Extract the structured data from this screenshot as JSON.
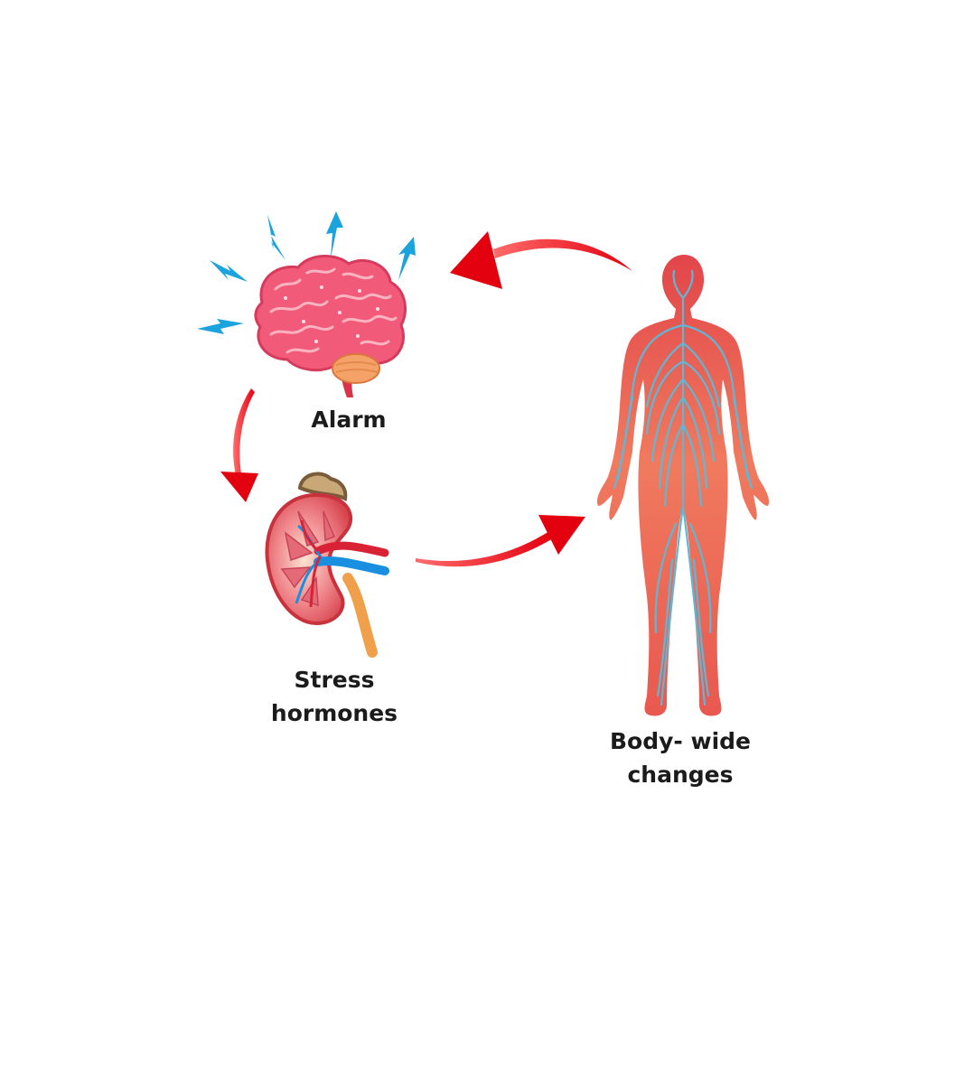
{
  "nodes": {
    "alarm": {
      "label": "Alarm",
      "icon": "brain-icon"
    },
    "stress": {
      "label_lines": [
        "Stress",
        "hormones"
      ],
      "icon": "kidney-adrenal-icon"
    },
    "body": {
      "label_lines": [
        "Body- wide",
        "changes"
      ],
      "icon": "human-nervous-system-icon"
    }
  },
  "arrows": [
    {
      "from": "alarm",
      "to": "stress",
      "icon": "curved-arrow-icon"
    },
    {
      "from": "stress",
      "to": "body",
      "icon": "curved-arrow-icon"
    },
    {
      "from": "body",
      "to": "alarm",
      "icon": "curved-arrow-icon"
    }
  ],
  "colors": {
    "arrow": "#e3000f",
    "brain": "#f25a7a",
    "lightning": "#1aa3dc",
    "body": "#ef5a4f",
    "nerves": "#5fb7d6",
    "label": "#1b1b1b"
  }
}
